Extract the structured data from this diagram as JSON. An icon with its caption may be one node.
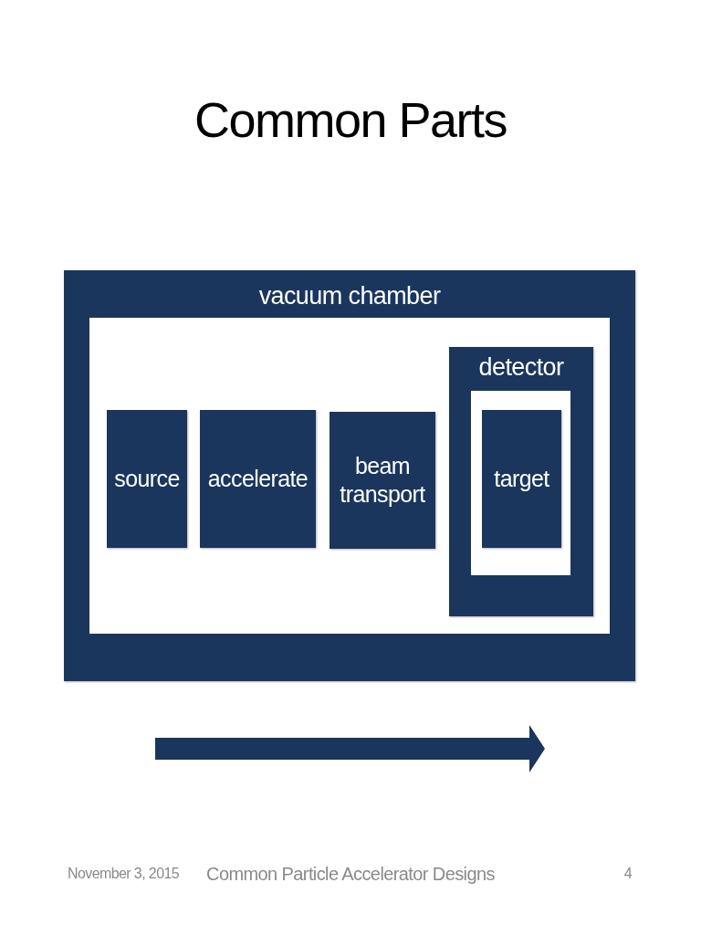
{
  "diagram": {
    "title": "Common Parts",
    "nodes": [
      {
        "text": [
          "vacuum chamber"
        ]
      },
      {
        "text": [
          "source"
        ],
        "in": 0
      },
      {
        "text": [
          "accelerate"
        ],
        "in": 0
      },
      {
        "text": [
          "beam transport"
        ],
        "in": 0
      },
      {
        "text": [
          "detector"
        ],
        "in": 0
      },
      {
        "text": [
          "target"
        ],
        "in": 4
      }
    ],
    "labels": [
      "November 3, 2015",
      "Common Particle Accelerator Designs",
      "4"
    ]
  }
}
